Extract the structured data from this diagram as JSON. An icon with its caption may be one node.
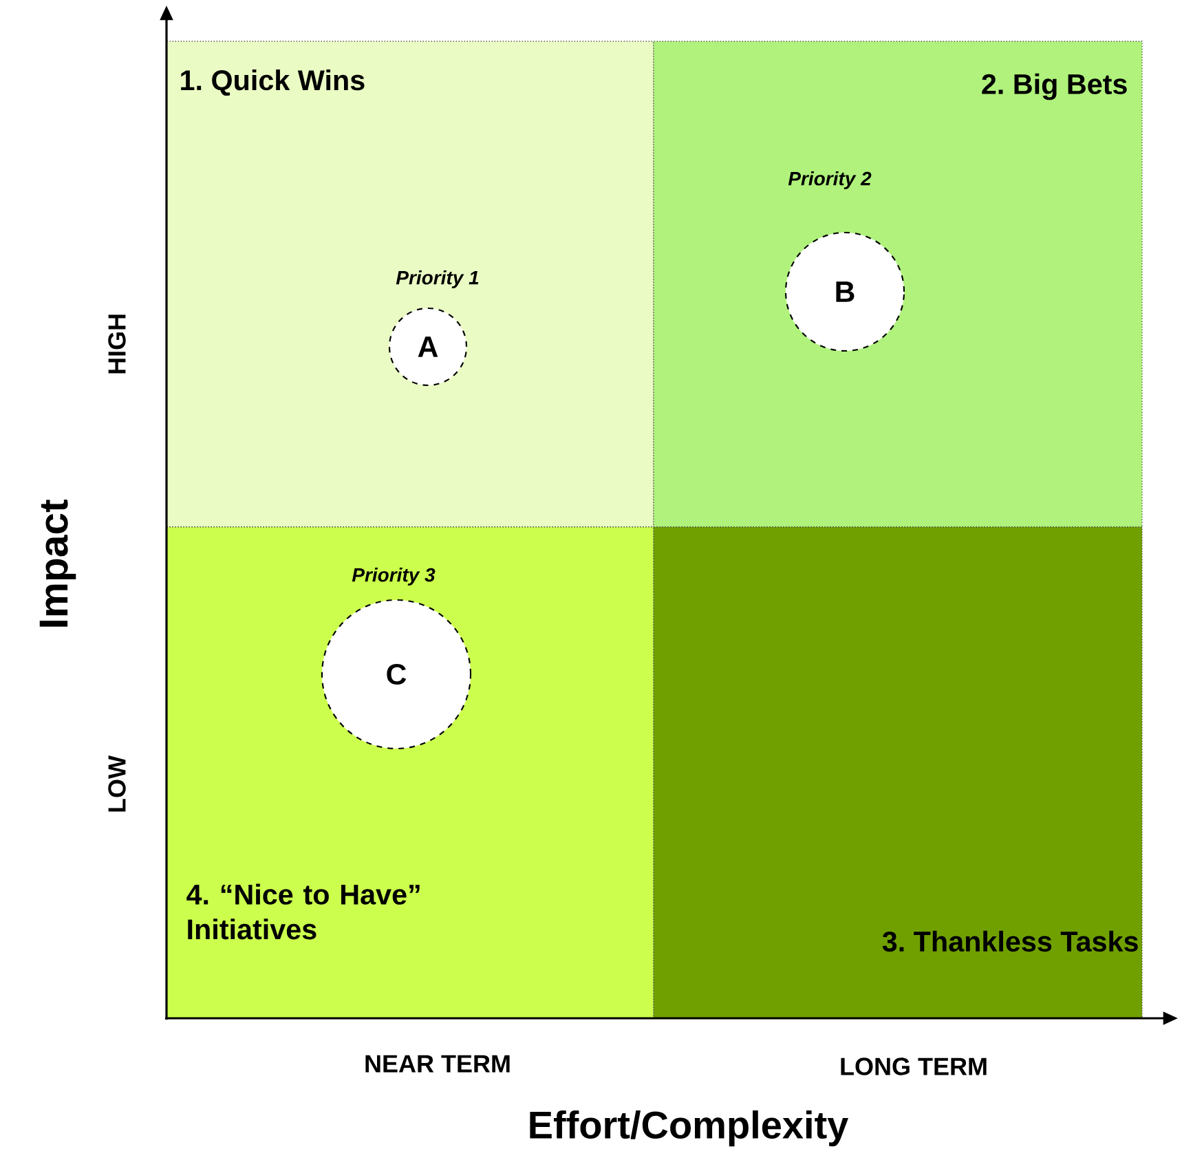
{
  "diagram": {
    "nodes": [
      {
        "text": [
          "1. Quick Wins"
        ]
      },
      {
        "text": [
          "A"
        ],
        "in": 0,
        "beside": [
          "Priority 1"
        ]
      },
      {
        "text": [
          "2. Big Bets"
        ]
      },
      {
        "text": [
          "B"
        ],
        "in": 2,
        "beside": [
          "Priority 2"
        ]
      },
      {
        "text": [
          "4. “Nice to Have” Initiatives"
        ]
      },
      {
        "text": [
          "C"
        ],
        "in": 4,
        "beside": [
          "Priority 3"
        ]
      },
      {
        "text": [
          "3. Thankless Tasks"
        ]
      }
    ],
    "labels": [
      "HIGH",
      "Impact",
      "LOW",
      "NEAR TERM",
      "LONG TERM",
      "Effort/Complexity"
    ]
  }
}
